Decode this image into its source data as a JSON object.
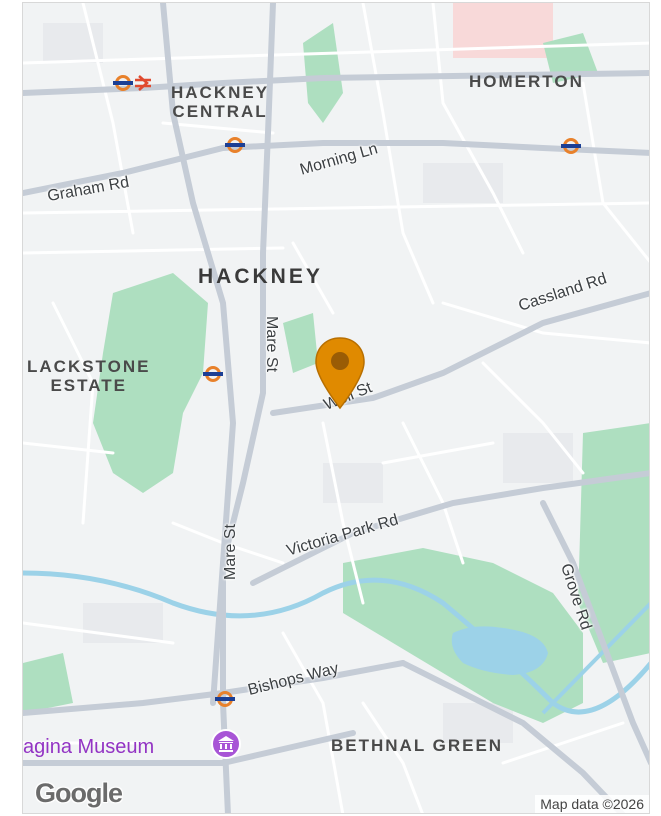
{
  "map": {
    "area_labels": {
      "hackney_central": "HACKNEY\nCENTRAL",
      "homerton": "HOMERTON",
      "hackney": "HACKNEY",
      "blackstone_estate": "LACKSTONE\nESTATE",
      "bethnal_green": "BETHNAL GREEN"
    },
    "road_labels": {
      "graham_rd": "Graham Rd",
      "morning_ln": "Morning Ln",
      "cassland_rd": "Cassland Rd",
      "mare_st_north": "Mare St",
      "well_st": "Well St",
      "victoria_park_rd": "Victoria Park Rd",
      "mare_st_south": "Mare St",
      "grove_rd": "Grove Rd",
      "bishops_way": "Bishops Way"
    },
    "poi_labels": {
      "museum": "agina Museum"
    },
    "attribution": "Map data ©2026",
    "logo": "Google",
    "colors": {
      "background": "#f1f3f4",
      "park": "#aedfc0",
      "water": "#9cd2e8",
      "road": "#ffffff",
      "major_road": "#c5ccd6",
      "marker": "#e08a00",
      "poi": "#9334c4",
      "transit": "#e04a2f"
    }
  }
}
